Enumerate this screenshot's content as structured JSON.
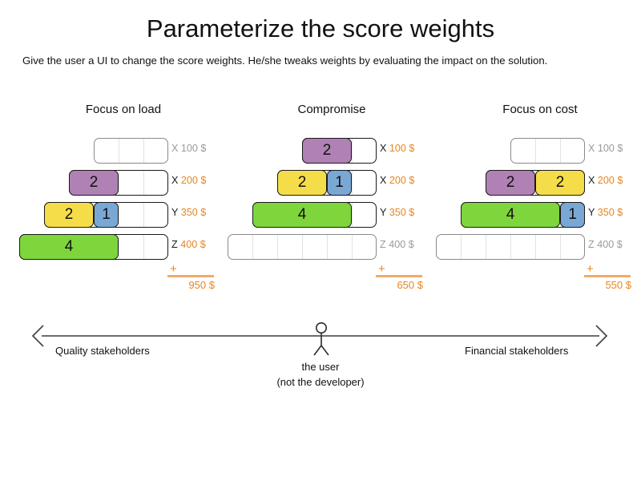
{
  "page": {
    "title": "Parameterize the score weights",
    "subtitle": "Give the user a UI to change the score weights. He/she tweaks weights by evaluating the impact on the solution."
  },
  "colors": {
    "purple": "#b081b4",
    "yellow": "#f5dd4a",
    "blue": "#7aa8d4",
    "green": "#7ed63c",
    "orange": "#e8851f",
    "rule": "#f0ab6b",
    "muted": "#9a9a9a",
    "axis": "#6e6e6e"
  },
  "columns": [
    {
      "title": "Focus on load",
      "total_plus": "+",
      "total": "950 $",
      "rows": [
        {
          "key": "X",
          "amount": "100 $",
          "active": false,
          "cells": 3,
          "segments": []
        },
        {
          "key": "X",
          "amount": "200 $",
          "active": true,
          "cells": 4,
          "segments": [
            {
              "value": "2",
              "units": 2,
              "color": "purple"
            }
          ]
        },
        {
          "key": "Y",
          "amount": "350 $",
          "active": true,
          "cells": 5,
          "segments": [
            {
              "value": "2",
              "units": 2,
              "color": "yellow"
            },
            {
              "value": "1",
              "units": 1,
              "color": "blue"
            }
          ]
        },
        {
          "key": "Z",
          "amount": "400 $",
          "active": true,
          "cells": 6,
          "segments": [
            {
              "value": "4",
              "units": 4,
              "color": "green"
            }
          ]
        }
      ]
    },
    {
      "title": "Compromise",
      "total_plus": "+",
      "total": "650 $",
      "rows": [
        {
          "key": "X",
          "amount": "100 $",
          "active": true,
          "cells": 3,
          "segments": [
            {
              "value": "2",
              "units": 2,
              "color": "purple"
            }
          ]
        },
        {
          "key": "X",
          "amount": "200 $",
          "active": true,
          "cells": 4,
          "segments": [
            {
              "value": "2",
              "units": 2,
              "color": "yellow"
            },
            {
              "value": "1",
              "units": 1,
              "color": "blue"
            }
          ]
        },
        {
          "key": "Y",
          "amount": "350 $",
          "active": true,
          "cells": 5,
          "segments": [
            {
              "value": "4",
              "units": 4,
              "color": "green"
            }
          ]
        },
        {
          "key": "Z",
          "amount": "400 $",
          "active": false,
          "cells": 6,
          "segments": []
        }
      ]
    },
    {
      "title": "Focus on cost",
      "total_plus": "+",
      "total": "550 $",
      "rows": [
        {
          "key": "X",
          "amount": "100 $",
          "active": false,
          "cells": 3,
          "segments": []
        },
        {
          "key": "X",
          "amount": "200 $",
          "active": true,
          "cells": 4,
          "segments": [
            {
              "value": "2",
              "units": 2,
              "color": "purple"
            },
            {
              "value": "2",
              "units": 2,
              "color": "yellow"
            }
          ]
        },
        {
          "key": "Y",
          "amount": "350 $",
          "active": true,
          "cells": 5,
          "segments": [
            {
              "value": "4",
              "units": 4,
              "color": "green"
            },
            {
              "value": "1",
              "units": 1,
              "color": "blue"
            }
          ]
        },
        {
          "key": "Z",
          "amount": "400 $",
          "active": false,
          "cells": 6,
          "segments": []
        }
      ]
    }
  ],
  "axis": {
    "left_label": "Quality stakeholders",
    "right_label": "Financial stakeholders",
    "figure_caption_1": "the user",
    "figure_caption_2": "(not the developer)"
  }
}
